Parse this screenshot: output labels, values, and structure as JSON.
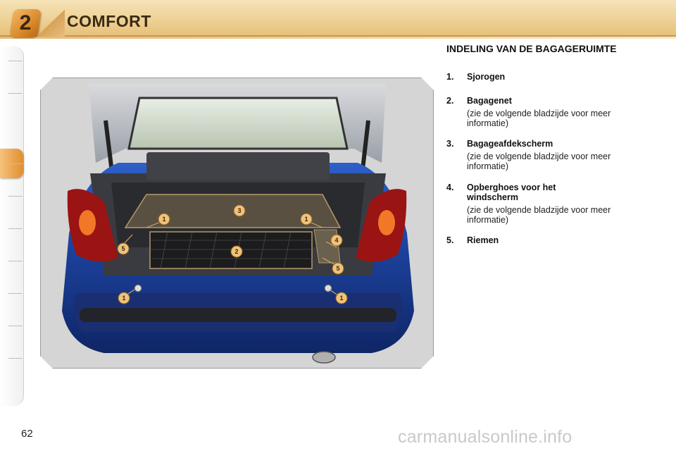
{
  "header": {
    "chapter_number": "2",
    "chapter_title": "COMFORT"
  },
  "section": {
    "title": "INDELING VAN DE BAGAGERUIMTE"
  },
  "items": [
    {
      "num": "1.",
      "label": "Sjorogen",
      "note": ""
    },
    {
      "num": "2.",
      "label": "Bagagenet",
      "note": "(zie de volgende bladzijde voor meer informatie)"
    },
    {
      "num": "3.",
      "label": "Bagageafdekscherm",
      "note": "(zie de volgende bladzijde voor meer informatie)"
    },
    {
      "num": "4.",
      "label": "Opberghoes voor het windscherm",
      "note": "(zie de volgende bladzijde voor meer informatie)"
    },
    {
      "num": "5.",
      "label": "Riemen",
      "note": ""
    }
  ],
  "callouts": [
    "1",
    "3",
    "1",
    "5",
    "2",
    "4",
    "5",
    "1",
    "1"
  ],
  "footer": {
    "page_number": "62",
    "watermark": "carmanualsonline.info"
  },
  "colors": {
    "accent": "#e08f2e",
    "header_bg": "#eed196",
    "car_blue": "#1f47a8"
  }
}
